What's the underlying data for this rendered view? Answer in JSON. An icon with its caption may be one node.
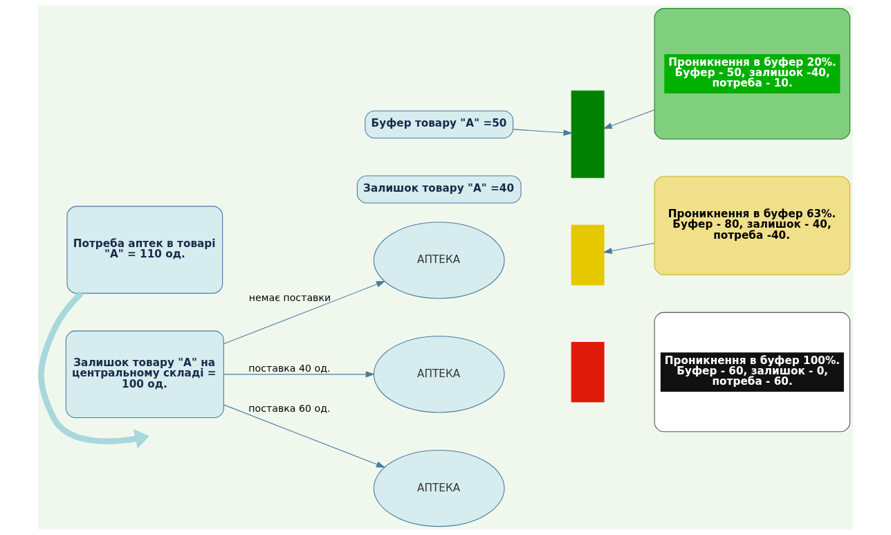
{
  "diagram": {
    "nodes": [
      {
        "text": [
          "Буфер товару \"А\" =50"
        ]
      },
      {
        "text": [
          "Залишок товару \"А\" =40"
        ]
      },
      {
        "text": [],
        "shape": "bar"
      },
      {
        "text": [],
        "shape": "bar"
      },
      {
        "text": [],
        "shape": "bar"
      },
      {
        "text": [
          "Проникнення в буфер 20%. Буфер - 50, залишок -40, потреба - 10."
        ]
      },
      {
        "text": [
          "Потреба аптек в товарі \"А\" = 110 од."
        ]
      },
      {
        "text": [
          "АПТЕКА"
        ]
      },
      {
        "text": [
          "Проникнення в буфер 63%. Буфер - 80, залишок - 40, потреба -40."
        ]
      },
      {
        "text": [
          "АПТЕКА"
        ]
      },
      {
        "text": [
          "Залишок товару \"А\" на центральному складі = 100 од."
        ]
      },
      {
        "text": [
          "Проникнення в буфер 100%. Буфер - 60, залишок - 0, потреба - 60."
        ]
      },
      {
        "text": [
          "АПТЕКА"
        ]
      }
    ],
    "edges": [
      {
        "from": 0,
        "to": 2,
        "arrow": "to"
      },
      {
        "from": 5,
        "to": 2,
        "arrow": "to"
      },
      {
        "from": 8,
        "to": 3,
        "arrow": "to"
      },
      {
        "from": 6,
        "to": null,
        "arrow": "to",
        "style": "thick",
        "color": "#a8d8dc"
      },
      {
        "from": 10,
        "to": 7,
        "label": "немає поставки",
        "arrow": "to"
      },
      {
        "from": 10,
        "to": 9,
        "label": "поставка 40 од.",
        "arrow": "to"
      },
      {
        "from": 10,
        "to": 12,
        "label": "поставка 60 од.",
        "arrow": "to"
      }
    ]
  }
}
